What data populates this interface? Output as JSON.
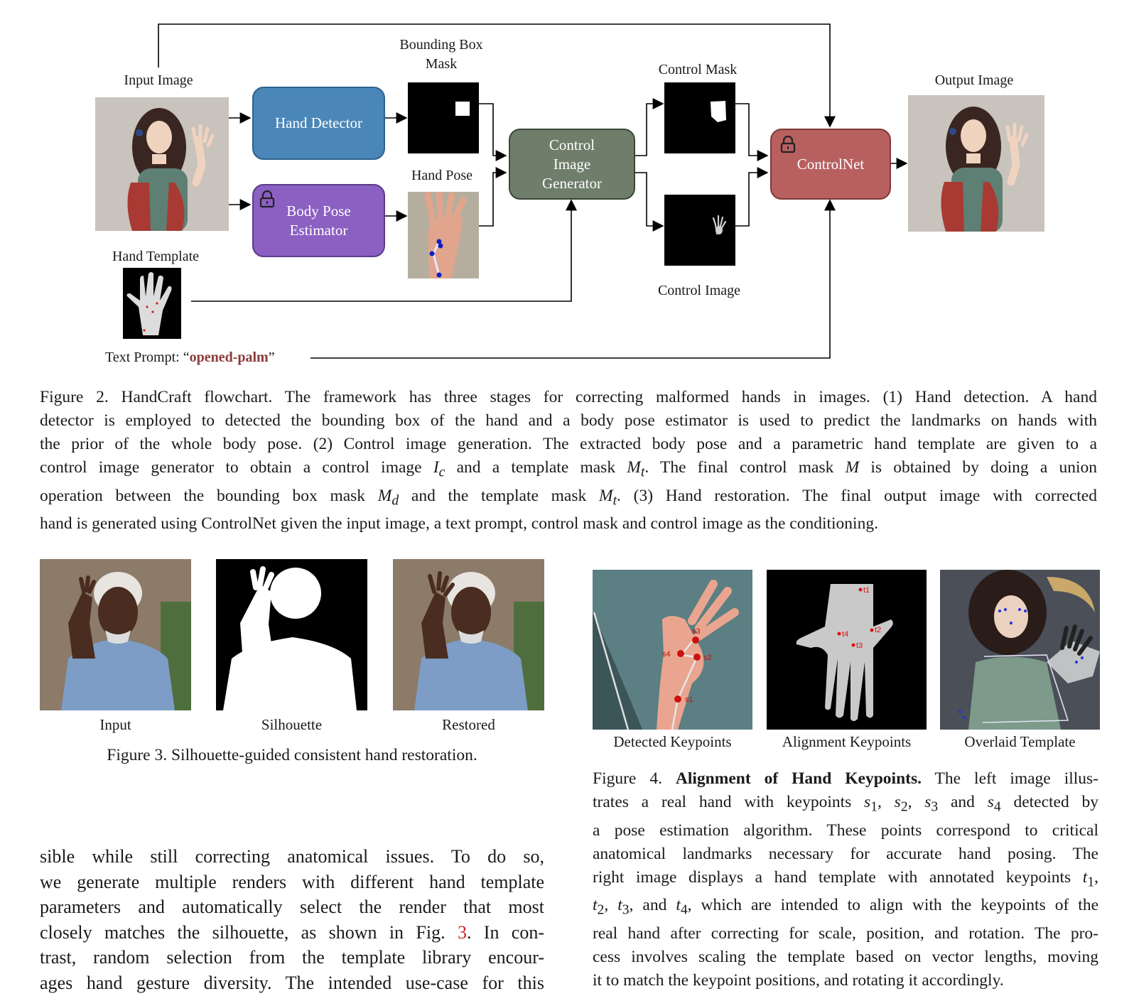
{
  "flowchart": {
    "input_image_label": "Input Image",
    "bbox_mask_label_1": "Bounding Box",
    "bbox_mask_label_2": "Mask",
    "control_mask_label": "Control Mask",
    "output_image_label": "Output Image",
    "hand_pose_label": "Hand Pose",
    "hand_template_label": "Hand Template",
    "control_image_label": "Control Image",
    "hand_detector": "Hand Detector",
    "body_pose_estimator_1": "Body Pose",
    "body_pose_estimator_2": "Estimator",
    "control_image_generator_1": "Control",
    "control_image_generator_2": "Image",
    "control_image_generator_3": "Generator",
    "controlnet": "ControlNet",
    "text_prompt_prefix": "Text Prompt: “",
    "text_prompt_value": "opened-palm",
    "text_prompt_suffix": "”",
    "colors": {
      "hand_detector": "#4a87b8",
      "body_pose": "#8b60c2",
      "control_gen": "#6f7d6b",
      "controlnet": "#b86060",
      "prompt": "#8b3a3a"
    }
  },
  "figure2_caption": [
    "Figure 2. HandCraft flowchart. The framework has three stages for correcting malformed hands in images. (1) Hand detection. A hand",
    "detector is employed to detected the bounding box of the hand and a body pose estimator is used to predict the landmarks on hands with",
    "the prior of the whole body pose. (2) Control image generation. The extracted body pose and a parametric hand template are given to a"
  ],
  "figure2_caption_math": {
    "l4a": "control image generator to obtain a control image ",
    "l4m1": "I",
    "l4s1": "c",
    "l4b": " and a template mask ",
    "l4m2": "M",
    "l4s2": "t",
    "l4c": ". The final control mask ",
    "l4m3": "M",
    "l4d": " is obtained by doing a union",
    "l5a": "operation between the bounding box mask ",
    "l5m1": "M",
    "l5s1": "d",
    "l5b": " and the template mask ",
    "l5m2": "M",
    "l5s2": "t",
    "l5c": ". (3) Hand restoration. The final output image with corrected",
    "l6": "hand is generated using ControlNet given the input image, a text prompt, control mask and control image as the conditioning."
  },
  "figure3": {
    "input_label": "Input",
    "silhouette_label": "Silhouette",
    "restored_label": "Restored",
    "caption": "Figure 3. Silhouette-guided consistent hand restoration."
  },
  "figure4": {
    "detected_label": "Detected Keypoints",
    "alignment_label": "Alignment Keypoints",
    "overlaid_label": "Overlaid Template",
    "keypoints_s": [
      "s1",
      "s2",
      "s3",
      "s4"
    ],
    "keypoints_t": [
      "t1",
      "t2",
      "t3",
      "t4"
    ],
    "caption_prefix": "Figure 4. ",
    "caption_bold": "Alignment of Hand Keypoints.",
    "caption_l1_rest": " The left image illus-",
    "caption_l2a": "trates a real hand with keypoints ",
    "caption_l2b": " and ",
    "caption_l2c": " detected by",
    "caption_l3": "a pose estimation algorithm. These points correspond to critical",
    "caption_l4": "anatomical landmarks necessary for accurate hand posing. The",
    "caption_l5": "right image displays a hand template with annotated keypoints ",
    "caption_l6b": ", and ",
    "caption_l6c": ", which are intended to align with the keypoints of the",
    "caption_l7": "real hand after correcting for scale, position, and rotation. The pro-",
    "caption_l8": "cess involves scaling the template based on vector lengths, moving",
    "caption_l9": "it to match the keypoint positions, and rotating it accordingly."
  },
  "body_text": {
    "l1": "sible while still correcting anatomical issues. To do so,",
    "l2": "we generate multiple renders with different hand template",
    "l3": "parameters and automatically select the render that most",
    "l4a": "closely matches the silhouette, as shown in Fig. ",
    "l4ref": "3",
    "l4b": ". In con-",
    "l5": "trast, random selection from the template library encour-",
    "l6": "ages hand gesture diversity. The intended use-case for this"
  }
}
